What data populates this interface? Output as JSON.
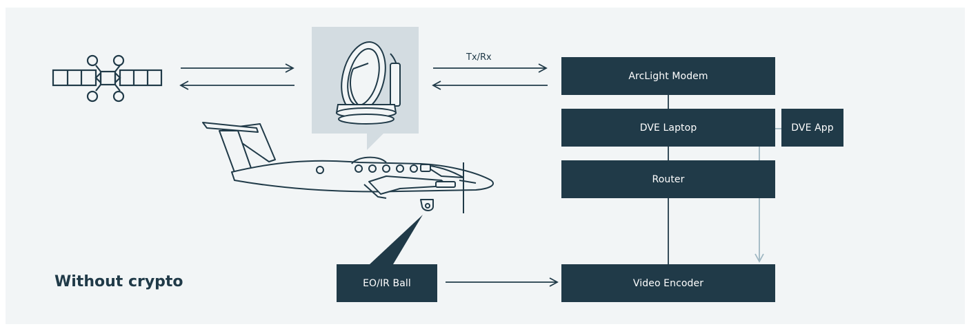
{
  "title": "Without crypto",
  "link_label": "Tx/Rx",
  "boxes": {
    "modem": "ArcLight Modem",
    "laptop": "DVE Laptop",
    "app": "DVE App",
    "router": "Router",
    "encoder": "Video Encoder",
    "eoir": "EO/IR Ball"
  },
  "icons": [
    "satellite-icon",
    "satellite-dish-icon",
    "aircraft-icon"
  ],
  "colors": {
    "box": "#203a48",
    "background": "#f2f5f6",
    "app_link": "#9fb7c2",
    "callout": "#d3dce1"
  }
}
